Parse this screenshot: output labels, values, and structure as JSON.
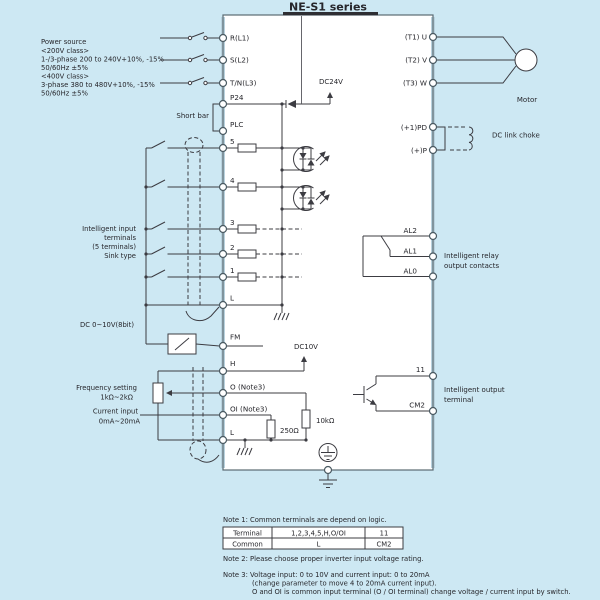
{
  "title": "NE-S1 series",
  "power_source": [
    "Power source",
    "<200V class>",
    "1-/3-phase 200 to 240V+10%, -15%",
    "50/60Hz ±5%",
    "<400V class>",
    "3-phase 380 to 480V+10%, -15%",
    "50/60Hz ±5%"
  ],
  "terminals": {
    "left": [
      "R(L1)",
      "S(L2)",
      "T/N(L3)",
      "P24",
      "PLC",
      "5",
      "4",
      "3",
      "2",
      "1",
      "L",
      "FM",
      "H",
      "O (Note3)",
      "OI (Note3)",
      "L"
    ],
    "right": [
      "(T1) U",
      "(T2) V",
      "(T3) W",
      "(+1)PD",
      "(+)P",
      "AL2",
      "AL1",
      "AL0",
      "11",
      "CM2"
    ]
  },
  "labels": {
    "short_bar": "Short bar",
    "intelligent_input": [
      "Intelligent input",
      "terminals",
      "(5 terminals)",
      "Sink type"
    ],
    "dc_monitor": "DC 0~10V(8bit)",
    "frequency_setting": [
      "Frequency setting",
      "1kΩ~2kΩ"
    ],
    "current_input": [
      "Current input",
      "0mA~20mA"
    ],
    "motor": "Motor",
    "dc_link_choke": "DC link choke",
    "relay_output": [
      "Intelligent relay",
      "output contacts"
    ],
    "intelligent_output": [
      "Intelligent output",
      "terminal"
    ],
    "dc24v": "DC24V",
    "dc10v": "DC10V",
    "r_10k": "10kΩ",
    "r_250": "250Ω"
  },
  "notes": {
    "note1": "Note 1: Common terminals are depend on logic.",
    "note2": "Note 2: Please choose proper inverter input voltage rating.",
    "note3": [
      "Note 3: Voltage input: 0 to 10V and current input: 0 to 20mA",
      "(change parameter to move 4 to 20mA current input).",
      "O and OI is common input terminal (O / OI terminal) change voltage / current input by switch."
    ],
    "table": {
      "header": [
        "Terminal",
        "1,2,3,4,5,H,O/OI",
        "11"
      ],
      "common": [
        "Common",
        "L",
        "CM2"
      ]
    }
  },
  "colors": {
    "background": "#cde8f3",
    "ink": "#3c3c42",
    "box_border": "#5a6a72",
    "edge_band": "#b9d2de",
    "box_fill": "#ffffff"
  }
}
